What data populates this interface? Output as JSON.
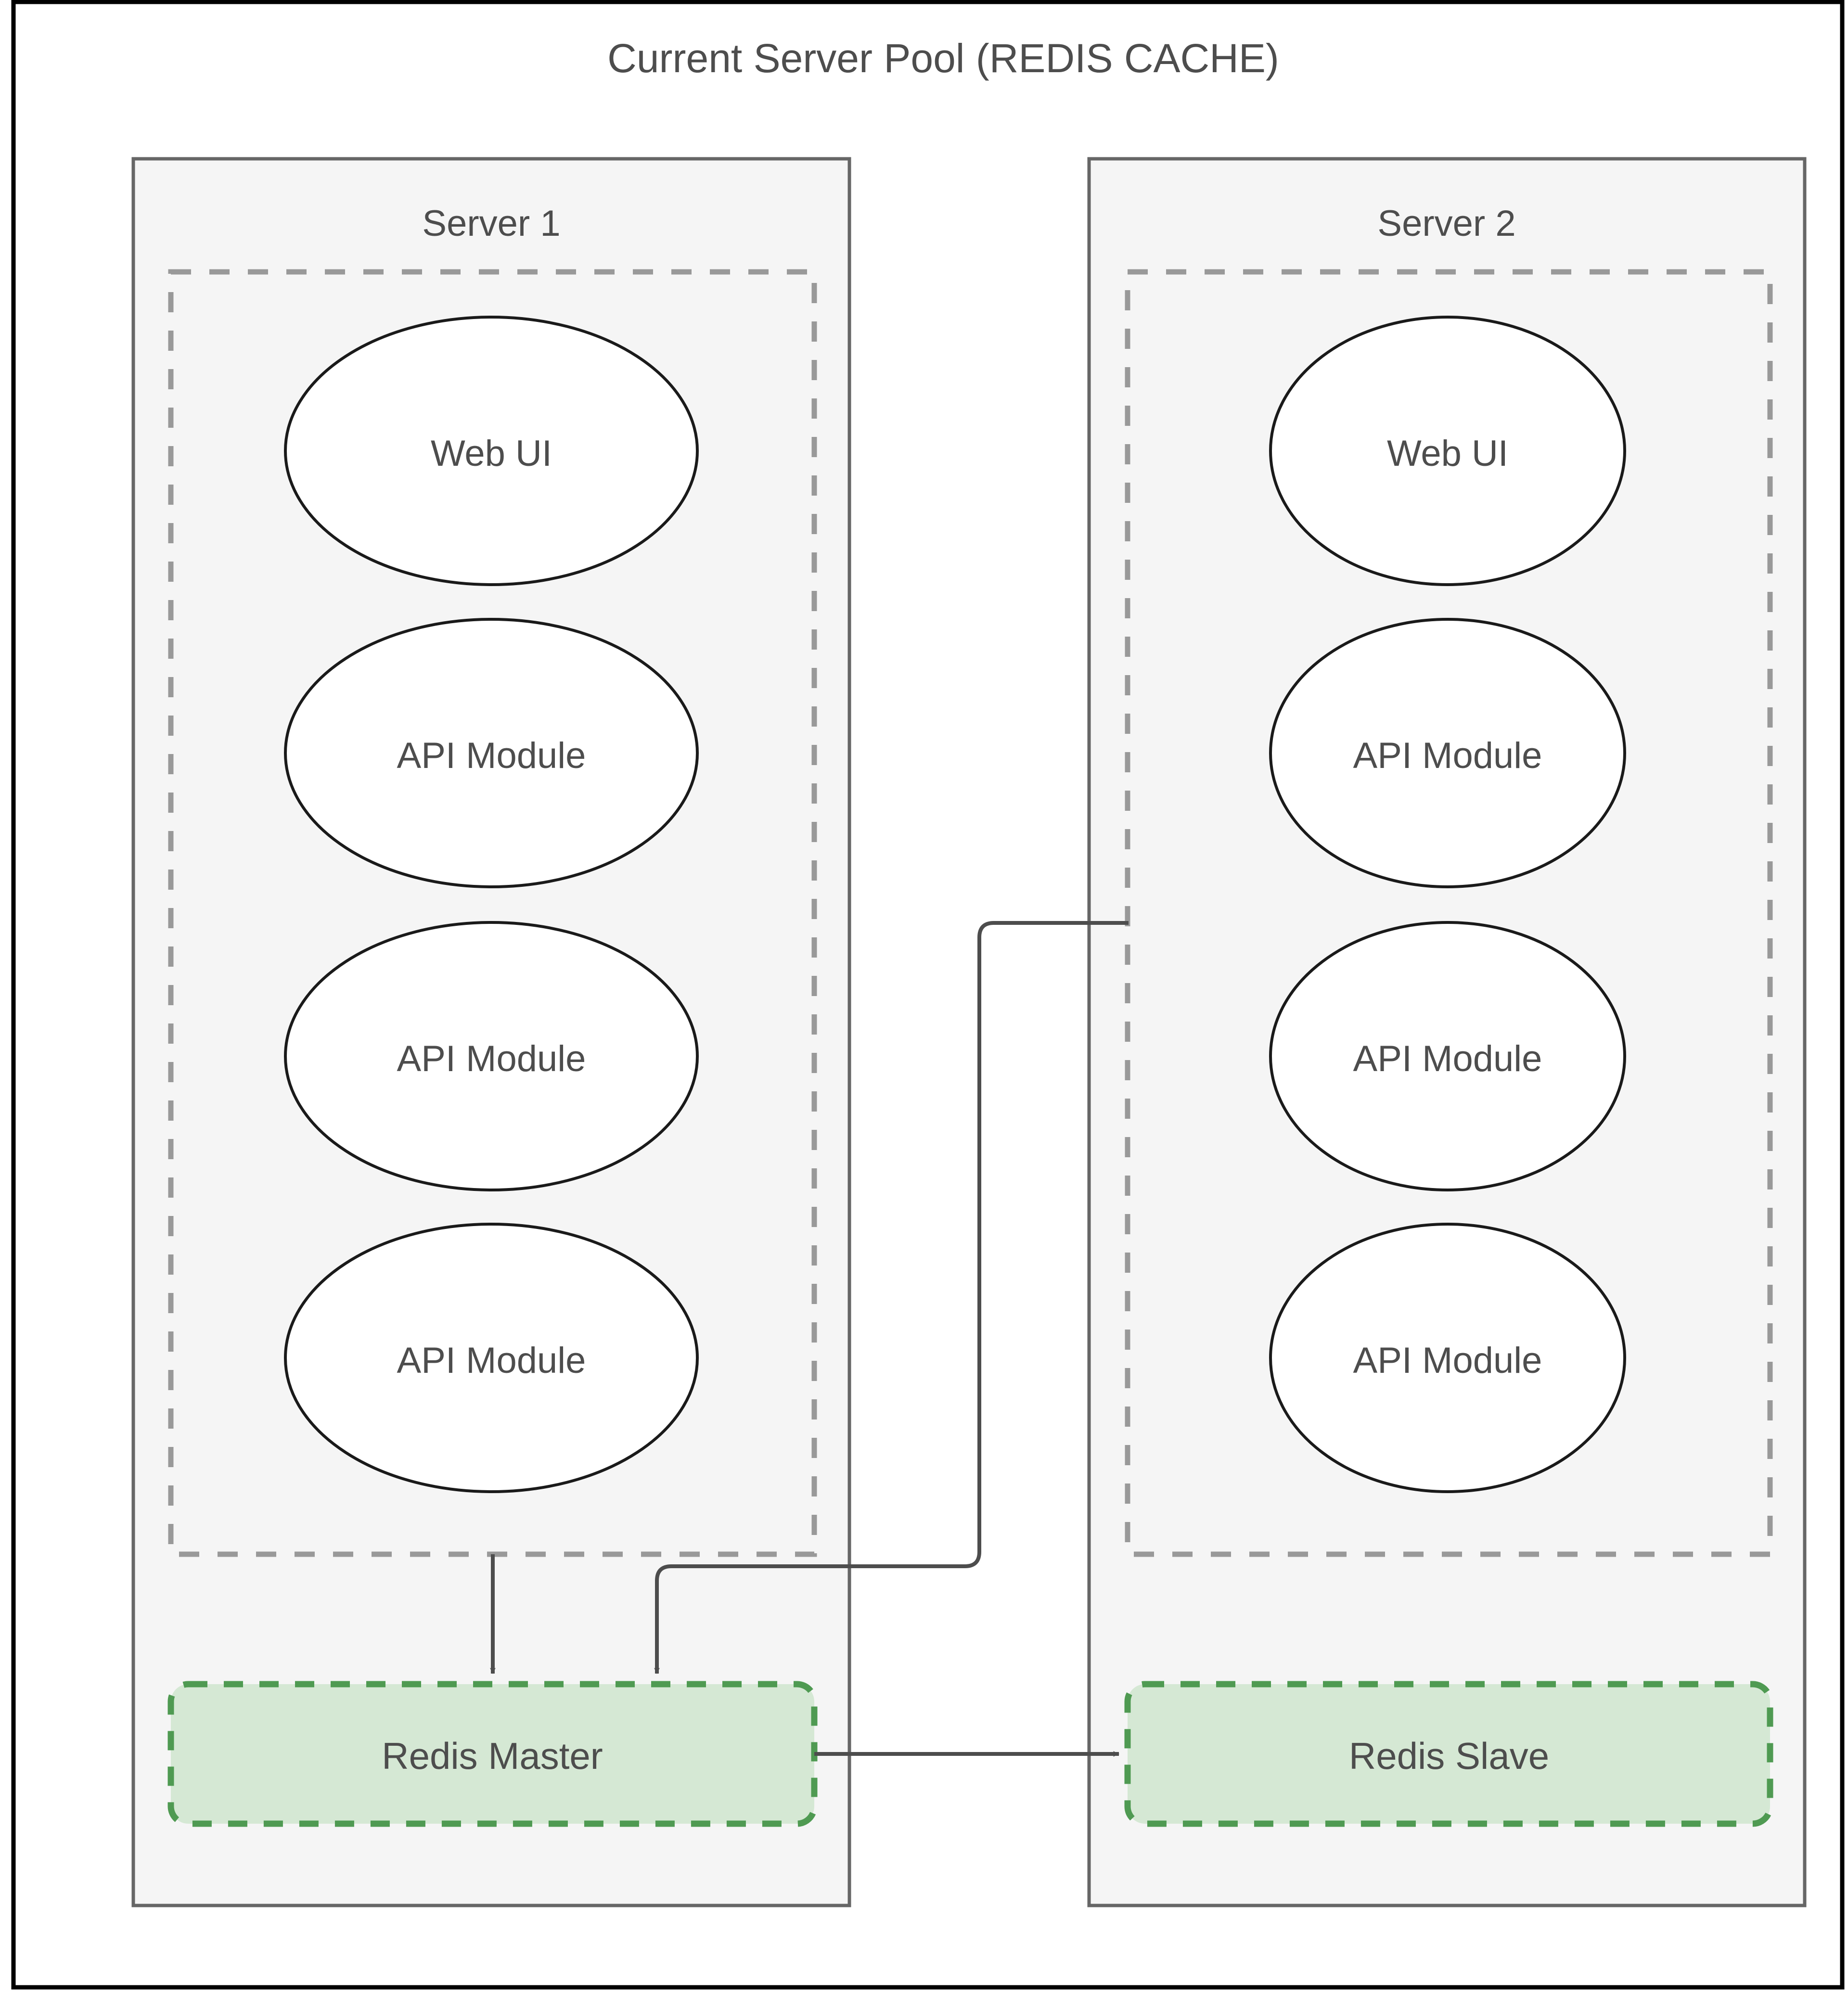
{
  "diagram": {
    "title": "Current Server Pool  (REDIS CACHE)",
    "colors": {
      "frame_stroke": "#000000",
      "container_stroke": "#666666",
      "container_fill": "#f5f5f5",
      "group_dashed_stroke": "#999999",
      "node_stroke": "#1a1a1a",
      "node_fill": "#ffffff",
      "redis_stroke": "#4f9a52",
      "redis_fill": "#d5e8d4",
      "edge_stroke": "#4d4d4d",
      "text": "#4d4d4d"
    },
    "servers": [
      {
        "id": "server-1",
        "label": "Server 1",
        "nodes": [
          {
            "id": "s1-web-ui",
            "label": "Web UI",
            "shape": "ellipse"
          },
          {
            "id": "s1-api-1",
            "label": "API Module",
            "shape": "ellipse"
          },
          {
            "id": "s1-api-2",
            "label": "API Module",
            "shape": "ellipse"
          },
          {
            "id": "s1-api-3",
            "label": "API Module",
            "shape": "ellipse"
          }
        ],
        "store": {
          "id": "redis-master",
          "label": "Redis Master",
          "shape": "rounded-rect-dashed"
        }
      },
      {
        "id": "server-2",
        "label": "Server 2",
        "nodes": [
          {
            "id": "s2-web-ui",
            "label": "Web UI",
            "shape": "ellipse"
          },
          {
            "id": "s2-api-1",
            "label": "API Module",
            "shape": "ellipse"
          },
          {
            "id": "s2-api-2",
            "label": "API Module",
            "shape": "ellipse"
          },
          {
            "id": "s2-api-3",
            "label": "API Module",
            "shape": "ellipse"
          }
        ],
        "store": {
          "id": "redis-slave",
          "label": "Redis Slave",
          "shape": "rounded-rect-dashed"
        }
      }
    ],
    "edges": [
      {
        "id": "edge-s1-apps-to-master",
        "from": "server-1-apps",
        "to": "redis-master",
        "arrow": true
      },
      {
        "id": "edge-s2-apps-to-master",
        "from": "server-2-apps",
        "to": "redis-master",
        "arrow": true
      },
      {
        "id": "edge-master-to-slave",
        "from": "redis-master",
        "to": "redis-slave",
        "arrow": true
      }
    ]
  }
}
